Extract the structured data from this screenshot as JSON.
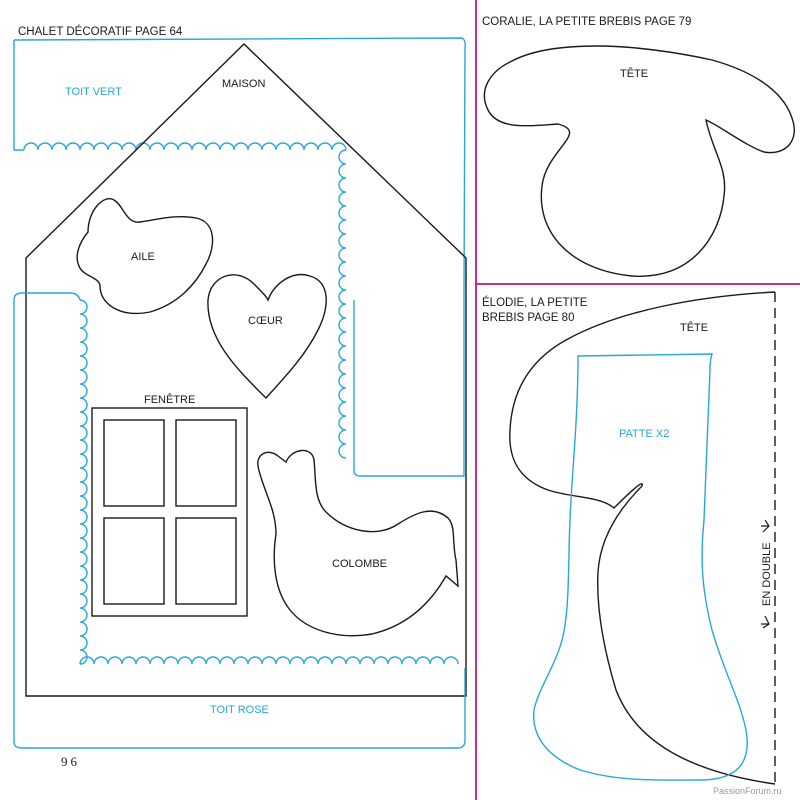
{
  "colors": {
    "outline": "#1a1a1a",
    "blue_outline": "#29a7d6",
    "divider": "#c4308f"
  },
  "chalet": {
    "heading": "CHALET DÉCORATIF PAGE 64",
    "labels": {
      "toit_vert": "TOIT VERT",
      "maison": "MAISON",
      "aile": "AILE",
      "coeur": "CŒUR",
      "fenetre": "FENÊTRE",
      "colombe": "COLOMBE",
      "toit_rose": "TOIT ROSE"
    }
  },
  "coralie": {
    "heading": "CORALIE, LA PETITE BREBIS PAGE 79",
    "labels": {
      "tete": "TÊTE"
    }
  },
  "elodie": {
    "heading_line1": "ÉLODIE, LA PETITE",
    "heading_line2": "BREBIS PAGE 80",
    "labels": {
      "tete": "TÊTE",
      "patte": "PATTE X2",
      "en_double": "EN DOUBLE"
    }
  },
  "footer": {
    "page_number": "96",
    "watermark": "PassionForum.ru"
  }
}
